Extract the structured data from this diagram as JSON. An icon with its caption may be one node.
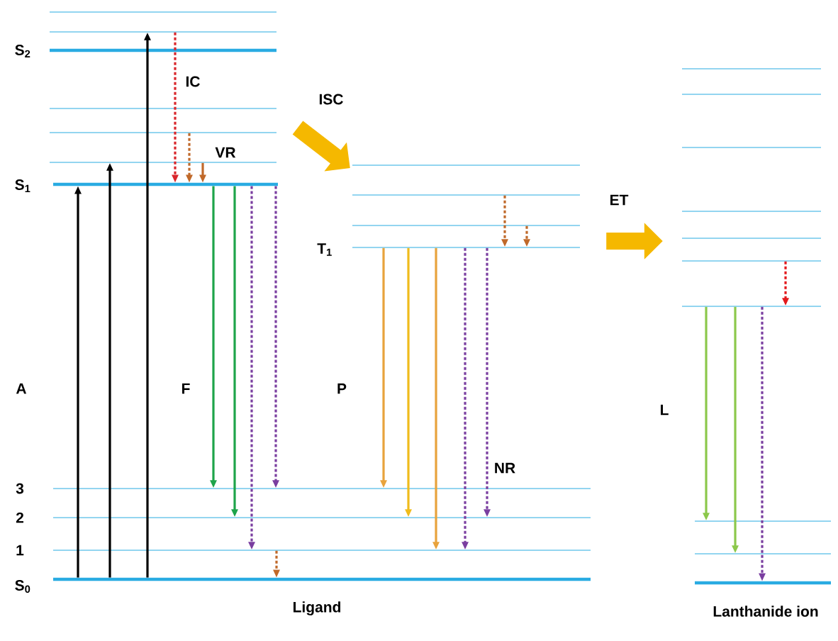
{
  "diagram": {
    "nodes": [
      {
        "text": [],
        "shape": "bar"
      },
      {
        "text": [],
        "shape": "bar"
      },
      {
        "text": [],
        "shape": "bar",
        "beside": [
          "S$_{2}$"
        ]
      },
      {
        "text": [],
        "shape": "bar"
      },
      {
        "text": [],
        "shape": "bar"
      },
      {
        "text": [],
        "shape": "bar"
      },
      {
        "text": [],
        "shape": "bar",
        "beside": [
          "S$_{1}$"
        ]
      },
      {
        "text": [],
        "shape": "bar",
        "beside": [
          "3"
        ]
      },
      {
        "text": [],
        "shape": "bar",
        "beside": [
          "2"
        ]
      },
      {
        "text": [],
        "shape": "bar",
        "beside": [
          "1"
        ]
      },
      {
        "text": [],
        "shape": "bar",
        "beside": [
          "S$_{0}$"
        ]
      },
      {
        "text": [],
        "shape": "bar"
      },
      {
        "text": [],
        "shape": "bar"
      },
      {
        "text": [],
        "shape": "bar"
      },
      {
        "text": [],
        "shape": "bar",
        "beside": [
          "T$_{1}$"
        ]
      },
      {
        "text": [],
        "shape": "bar"
      },
      {
        "text": [],
        "shape": "bar"
      },
      {
        "text": [],
        "shape": "bar"
      },
      {
        "text": [],
        "shape": "bar"
      },
      {
        "text": [],
        "shape": "bar"
      },
      {
        "text": [],
        "shape": "bar"
      },
      {
        "text": [],
        "shape": "bar"
      },
      {
        "text": [],
        "shape": "bar"
      },
      {
        "text": [],
        "shape": "bar"
      },
      {
        "text": [],
        "shape": "bar"
      }
    ],
    "edges": [
      {
        "from": 10,
        "to": 6,
        "arrow": "to",
        "color": "#000000"
      },
      {
        "from": 10,
        "to": 5,
        "arrow": "to",
        "color": "#000000"
      },
      {
        "from": 10,
        "to": 1,
        "arrow": "to",
        "color": "#000000"
      },
      {
        "from": 1,
        "to": 6,
        "arrow": "to",
        "style": "dashed",
        "color": "#d9262b"
      },
      {
        "from": 4,
        "to": 6,
        "arrow": "to",
        "style": "dashed",
        "color": "#c0692a"
      },
      {
        "from": 5,
        "to": 6,
        "arrow": "to",
        "color": "#c0692a"
      },
      {
        "from": 6,
        "to": 7,
        "arrow": "to",
        "color": "#1ea44a"
      },
      {
        "from": 6,
        "to": 8,
        "arrow": "to",
        "color": "#1ea44a"
      },
      {
        "from": 6,
        "to": 9,
        "arrow": "to",
        "style": "dashed",
        "color": "#7a3ea0"
      },
      {
        "from": 6,
        "to": 7,
        "arrow": "to",
        "style": "dashed",
        "color": "#7a3ea0"
      },
      {
        "from": 9,
        "to": 10,
        "arrow": "to",
        "style": "dashed",
        "color": "#c0692a"
      },
      {
        "from": null,
        "to": 11,
        "arrow": "to",
        "style": "thick",
        "color": "#f5b800"
      },
      {
        "from": 14,
        "to": 19,
        "arrow": "to",
        "style": "thick",
        "color": "#f5b800"
      },
      {
        "from": 14,
        "to": 7,
        "arrow": "to",
        "color": "#e8a33c"
      },
      {
        "from": 14,
        "to": 8,
        "arrow": "to",
        "color": "#f0bc1c"
      },
      {
        "from": 14,
        "to": 9,
        "arrow": "to",
        "color": "#e8a33c"
      },
      {
        "from": 14,
        "to": 9,
        "arrow": "to",
        "style": "dashed",
        "color": "#7a3ea0"
      },
      {
        "from": 14,
        "to": 8,
        "arrow": "to",
        "style": "dashed",
        "color": "#7a3ea0"
      },
      {
        "from": 12,
        "to": 14,
        "arrow": "to",
        "style": "dashed",
        "color": "#c0692a"
      },
      {
        "from": 13,
        "to": 14,
        "arrow": "to",
        "style": "dashed",
        "color": "#c0692a"
      },
      {
        "from": 20,
        "to": 21,
        "arrow": "to",
        "style": "dashed",
        "color": "#e3191c"
      },
      {
        "from": 21,
        "to": 22,
        "arrow": "to",
        "color": "#8cc84b"
      },
      {
        "from": 21,
        "to": 23,
        "arrow": "to",
        "color": "#8cc84b"
      },
      {
        "from": 21,
        "to": 24,
        "arrow": "to",
        "style": "dashed",
        "color": "#7a3ea0"
      }
    ],
    "labels": [
      "IC",
      "ISC",
      "VR",
      "ET",
      "A",
      "F",
      "P",
      "L",
      "NR",
      "Ligand",
      "Lanthanide ion"
    ]
  }
}
